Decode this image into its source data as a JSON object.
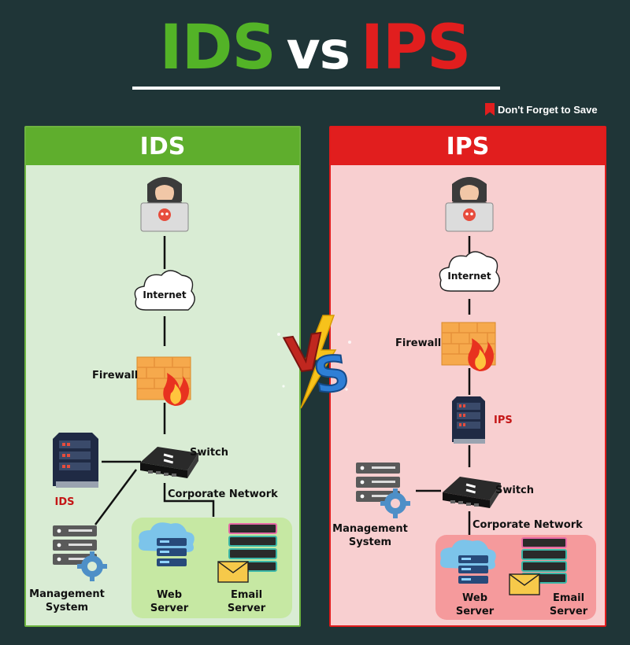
{
  "title": {
    "left": "IDS",
    "middle": "vs",
    "right": "IPS"
  },
  "save_note": "Don't Forget to Save",
  "badge": "VS",
  "ids_panel": {
    "header": "IDS",
    "labels": {
      "internet": "Internet",
      "firewall": "Firewall",
      "switch": "Switch",
      "ids": "IDS",
      "corporate_network": "Corporate Network",
      "management_1": "Management",
      "management_2": "System",
      "web_1": "Web",
      "web_2": "Server",
      "email_1": "Email",
      "email_2": "Server"
    }
  },
  "ips_panel": {
    "header": "IPS",
    "labels": {
      "internet": "Internet",
      "firewall": "Firewall",
      "ips": "IPS",
      "switch": "Switch",
      "corporate_network": "Corporate Network",
      "management_1": "Management",
      "management_2": "System",
      "web_1": "Web",
      "web_2": "Server",
      "email_1": "Email",
      "email_2": "Server"
    }
  },
  "colors": {
    "ids_green": "#5fae2d",
    "ips_red": "#e11e1e",
    "ids_bg": "#d9ecd4",
    "ips_bg": "#f8cfd0"
  }
}
